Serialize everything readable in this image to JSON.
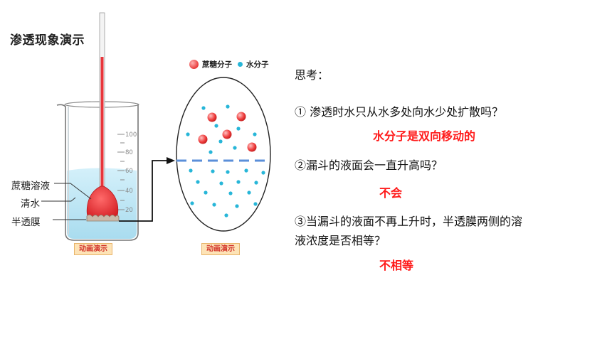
{
  "slide": {
    "title": "渗透现象演示"
  },
  "legend": {
    "sugar_label": "蔗糖分子",
    "water_label": "水分子"
  },
  "beaker": {
    "labels": {
      "sucrose_solution": "蔗糖溶液",
      "water": "清水",
      "membrane": "半透膜"
    },
    "scale_ticks": [
      "100",
      "80",
      "60",
      "40",
      "20"
    ],
    "demo_button_label": "动画演示"
  },
  "magnifier": {
    "demo_button_label": "动画演示"
  },
  "thinking": {
    "heading": "思考：",
    "questions": [
      {
        "lines": [
          "① 渗透时水只从水多处向水少处扩散吗？"
        ],
        "answer": "水分子是双向移动的"
      },
      {
        "lines": [
          "②漏斗的液面会一直升高吗？"
        ],
        "answer": "不会"
      },
      {
        "lines": [
          "③当漏斗的液面不再上升时，半透膜两侧的溶",
          "液浓度是否相等？"
        ],
        "answer": "不相等"
      }
    ]
  },
  "colors": {
    "answer": "#ff1a1a",
    "funnel": "#e8353a",
    "water": "#bfe7f5",
    "membrane_line": "#5b8fd9",
    "water_molecule": "#27b6d8"
  }
}
